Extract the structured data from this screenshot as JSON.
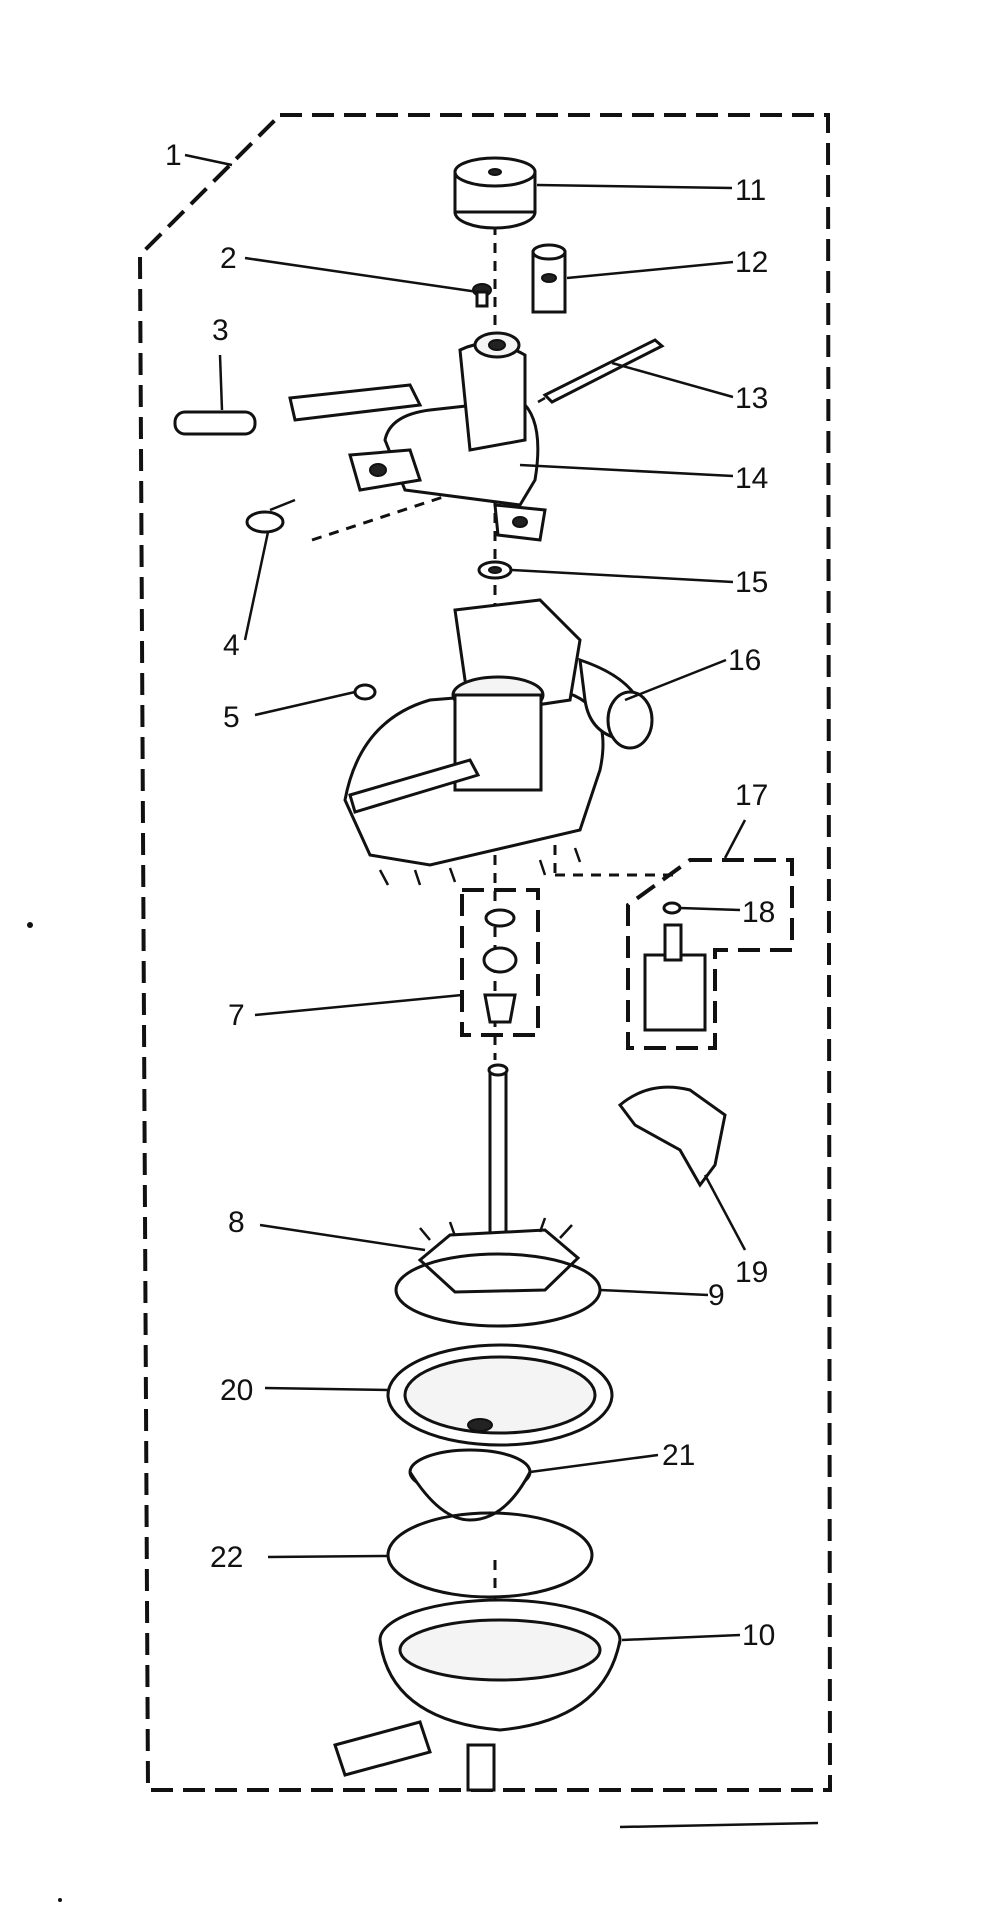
{
  "diagram": {
    "callouts": [
      {
        "id": "1",
        "label": "1"
      },
      {
        "id": "2",
        "label": "2"
      },
      {
        "id": "3",
        "label": "3"
      },
      {
        "id": "4",
        "label": "4"
      },
      {
        "id": "5",
        "label": "5"
      },
      {
        "id": "7",
        "label": "7"
      },
      {
        "id": "8",
        "label": "8"
      },
      {
        "id": "9",
        "label": "9"
      },
      {
        "id": "10",
        "label": "10"
      },
      {
        "id": "11",
        "label": "11"
      },
      {
        "id": "12",
        "label": "12"
      },
      {
        "id": "13",
        "label": "13"
      },
      {
        "id": "14",
        "label": "14"
      },
      {
        "id": "15",
        "label": "15"
      },
      {
        "id": "16",
        "label": "16"
      },
      {
        "id": "17",
        "label": "17"
      },
      {
        "id": "18",
        "label": "18"
      },
      {
        "id": "19",
        "label": "19"
      },
      {
        "id": "20",
        "label": "20"
      },
      {
        "id": "21",
        "label": "21"
      },
      {
        "id": "22",
        "label": "22"
      }
    ],
    "ink_color": "#111111",
    "background_color": "#ffffff"
  }
}
